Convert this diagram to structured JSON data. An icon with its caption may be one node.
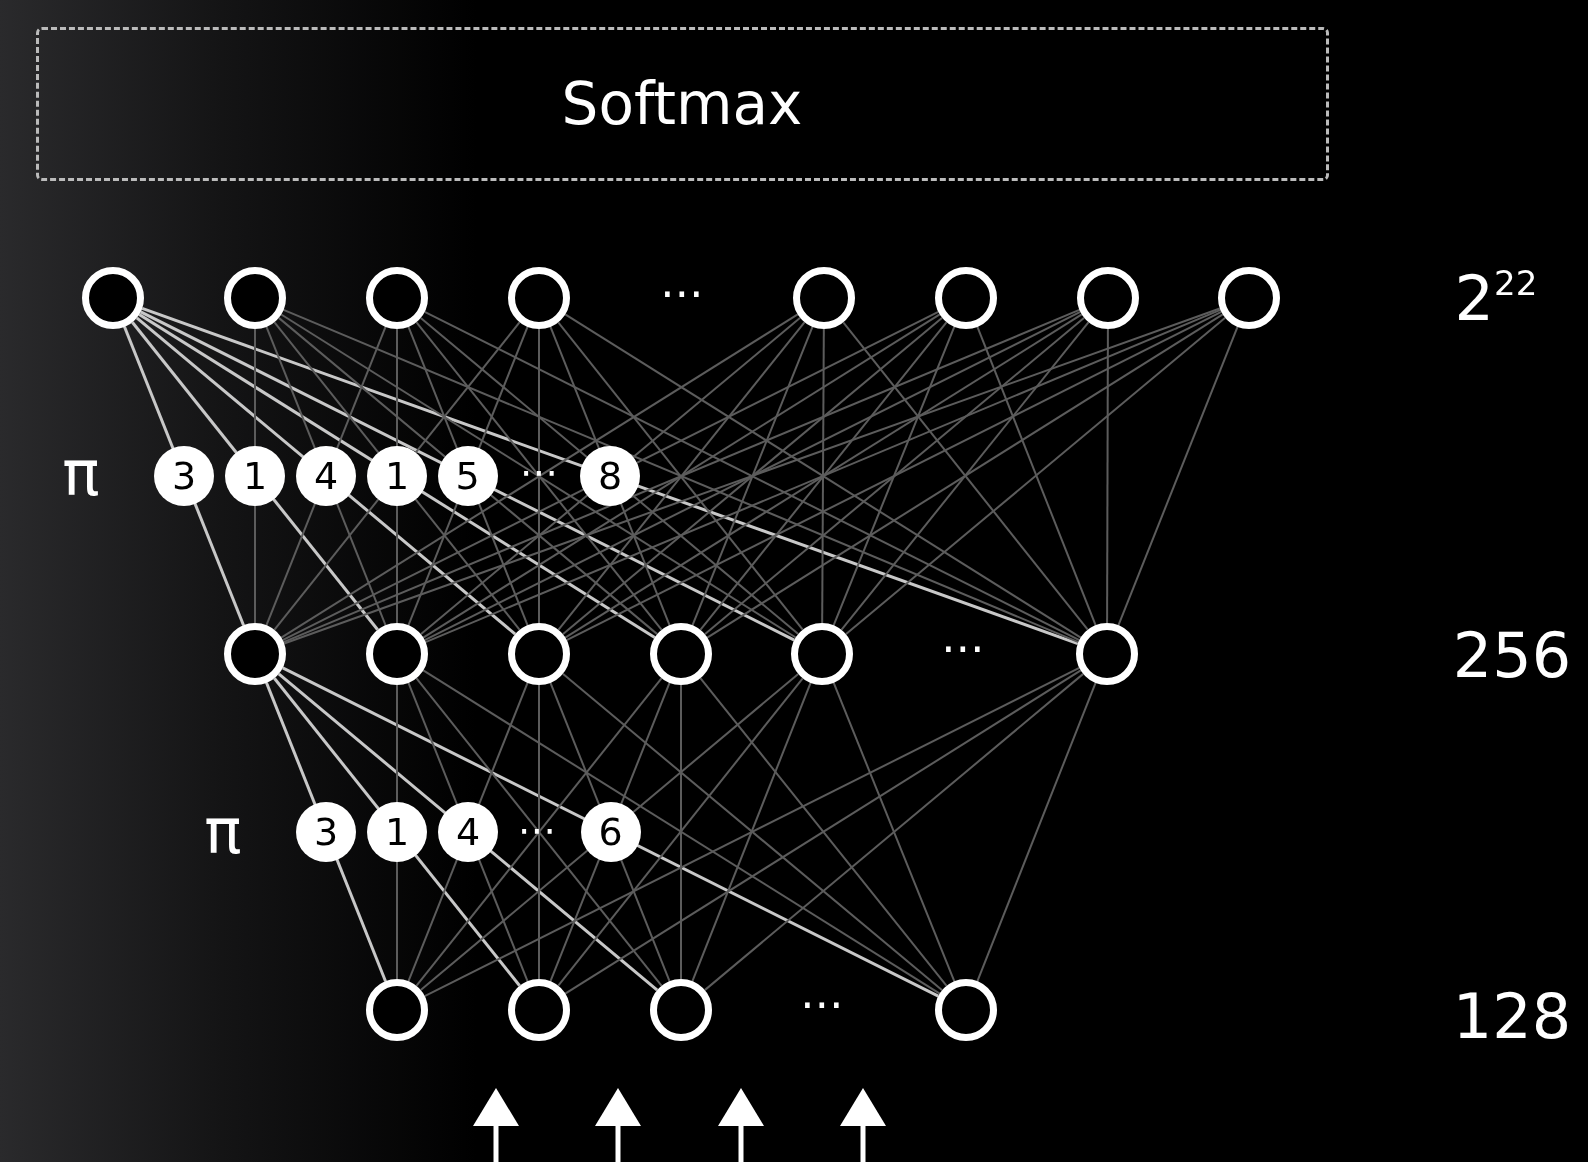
{
  "diagram": {
    "nodes": [
      {
        "text": [
          "Softmax"
        ]
      },
      {
        "text": [],
        "shape": "circle"
      },
      {
        "text": [],
        "shape": "circle"
      },
      {
        "text": [],
        "shape": "circle"
      },
      {
        "text": [],
        "shape": "circle"
      },
      {
        "text": [],
        "shape": "circle"
      },
      {
        "text": [],
        "shape": "circle"
      },
      {
        "text": [],
        "shape": "circle"
      },
      {
        "text": [],
        "shape": "circle"
      },
      {
        "text": [],
        "shape": "circle"
      },
      {
        "text": [],
        "shape": "circle"
      },
      {
        "text": [],
        "shape": "circle"
      },
      {
        "text": [],
        "shape": "circle"
      },
      {
        "text": [],
        "shape": "circle"
      },
      {
        "text": [],
        "shape": "circle"
      },
      {
        "text": [],
        "shape": "circle"
      },
      {
        "text": [],
        "shape": "circle"
      },
      {
        "text": [],
        "shape": "circle"
      },
      {
        "text": [],
        "shape": "circle"
      }
    ],
    "edges": [
      {
        "from": 1,
        "to": 9,
        "arrow": "none",
        "color": "#c8c8c8",
        "label": "3"
      },
      {
        "from": 1,
        "to": 10,
        "arrow": "none",
        "color": "#c8c8c8",
        "label": "1"
      },
      {
        "from": 1,
        "to": 11,
        "arrow": "none",
        "color": "#c8c8c8",
        "label": "4"
      },
      {
        "from": 1,
        "to": 12,
        "arrow": "none",
        "color": "#c8c8c8",
        "label": "1"
      },
      {
        "from": 1,
        "to": 13,
        "arrow": "none",
        "color": "#c8c8c8",
        "label": "5"
      },
      {
        "from": 1,
        "to": 14,
        "arrow": "none",
        "color": "#c8c8c8",
        "label": "8"
      },
      {
        "from": 2,
        "to": 9,
        "arrow": "none"
      },
      {
        "from": 2,
        "to": 10,
        "arrow": "none"
      },
      {
        "from": 2,
        "to": 11,
        "arrow": "none"
      },
      {
        "from": 2,
        "to": 12,
        "arrow": "none"
      },
      {
        "from": 2,
        "to": 13,
        "arrow": "none"
      },
      {
        "from": 2,
        "to": 14,
        "arrow": "none"
      },
      {
        "from": 3,
        "to": 9,
        "arrow": "none"
      },
      {
        "from": 3,
        "to": 10,
        "arrow": "none"
      },
      {
        "from": 3,
        "to": 11,
        "arrow": "none"
      },
      {
        "from": 3,
        "to": 12,
        "arrow": "none"
      },
      {
        "from": 3,
        "to": 13,
        "arrow": "none"
      },
      {
        "from": 3,
        "to": 14,
        "arrow": "none"
      },
      {
        "from": 4,
        "to": 9,
        "arrow": "none"
      },
      {
        "from": 4,
        "to": 10,
        "arrow": "none"
      },
      {
        "from": 4,
        "to": 11,
        "arrow": "none"
      },
      {
        "from": 4,
        "to": 12,
        "arrow": "none"
      },
      {
        "from": 4,
        "to": 13,
        "arrow": "none"
      },
      {
        "from": 4,
        "to": 14,
        "arrow": "none"
      },
      {
        "from": 5,
        "to": 9,
        "arrow": "none"
      },
      {
        "from": 5,
        "to": 10,
        "arrow": "none"
      },
      {
        "from": 5,
        "to": 11,
        "arrow": "none"
      },
      {
        "from": 5,
        "to": 12,
        "arrow": "none"
      },
      {
        "from": 5,
        "to": 13,
        "arrow": "none"
      },
      {
        "from": 5,
        "to": 14,
        "arrow": "none"
      },
      {
        "from": 6,
        "to": 9,
        "arrow": "none"
      },
      {
        "from": 6,
        "to": 10,
        "arrow": "none"
      },
      {
        "from": 6,
        "to": 11,
        "arrow": "none"
      },
      {
        "from": 6,
        "to": 12,
        "arrow": "none"
      },
      {
        "from": 6,
        "to": 13,
        "arrow": "none"
      },
      {
        "from": 6,
        "to": 14,
        "arrow": "none"
      },
      {
        "from": 7,
        "to": 9,
        "arrow": "none"
      },
      {
        "from": 7,
        "to": 10,
        "arrow": "none"
      },
      {
        "from": 7,
        "to": 11,
        "arrow": "none"
      },
      {
        "from": 7,
        "to": 12,
        "arrow": "none"
      },
      {
        "from": 7,
        "to": 13,
        "arrow": "none"
      },
      {
        "from": 7,
        "to": 14,
        "arrow": "none"
      },
      {
        "from": 8,
        "to": 9,
        "arrow": "none"
      },
      {
        "from": 8,
        "to": 10,
        "arrow": "none"
      },
      {
        "from": 8,
        "to": 11,
        "arrow": "none"
      },
      {
        "from": 8,
        "to": 12,
        "arrow": "none"
      },
      {
        "from": 8,
        "to": 13,
        "arrow": "none"
      },
      {
        "from": 8,
        "to": 14,
        "arrow": "none"
      },
      {
        "from": 9,
        "to": 15,
        "arrow": "none",
        "color": "#c8c8c8",
        "label": "3"
      },
      {
        "from": 9,
        "to": 16,
        "arrow": "none",
        "color": "#c8c8c8",
        "label": "1"
      },
      {
        "from": 9,
        "to": 17,
        "arrow": "none",
        "color": "#c8c8c8",
        "label": "4"
      },
      {
        "from": 9,
        "to": 18,
        "arrow": "none",
        "color": "#c8c8c8",
        "label": "6"
      },
      {
        "from": 10,
        "to": 15,
        "arrow": "none"
      },
      {
        "from": 10,
        "to": 16,
        "arrow": "none"
      },
      {
        "from": 10,
        "to": 17,
        "arrow": "none"
      },
      {
        "from": 10,
        "to": 18,
        "arrow": "none"
      },
      {
        "from": 11,
        "to": 15,
        "arrow": "none"
      },
      {
        "from": 11,
        "to": 16,
        "arrow": "none"
      },
      {
        "from": 11,
        "to": 17,
        "arrow": "none"
      },
      {
        "from": 11,
        "to": 18,
        "arrow": "none"
      },
      {
        "from": 12,
        "to": 15,
        "arrow": "none"
      },
      {
        "from": 12,
        "to": 16,
        "arrow": "none"
      },
      {
        "from": 12,
        "to": 17,
        "arrow": "none"
      },
      {
        "from": 12,
        "to": 18,
        "arrow": "none"
      },
      {
        "from": 13,
        "to": 15,
        "arrow": "none"
      },
      {
        "from": 13,
        "to": 16,
        "arrow": "none"
      },
      {
        "from": 13,
        "to": 17,
        "arrow": "none"
      },
      {
        "from": 13,
        "to": 18,
        "arrow": "none"
      },
      {
        "from": 14,
        "to": 15,
        "arrow": "none"
      },
      {
        "from": 14,
        "to": 16,
        "arrow": "none"
      },
      {
        "from": 14,
        "to": 17,
        "arrow": "none"
      },
      {
        "from": 14,
        "to": 18,
        "arrow": "none"
      }
    ],
    "labels": [
      "⋯",
      "2$^{22}$",
      "π",
      "⋯",
      "⋯",
      "256",
      "π",
      "⋯",
      "⋯",
      "128"
    ]
  }
}
